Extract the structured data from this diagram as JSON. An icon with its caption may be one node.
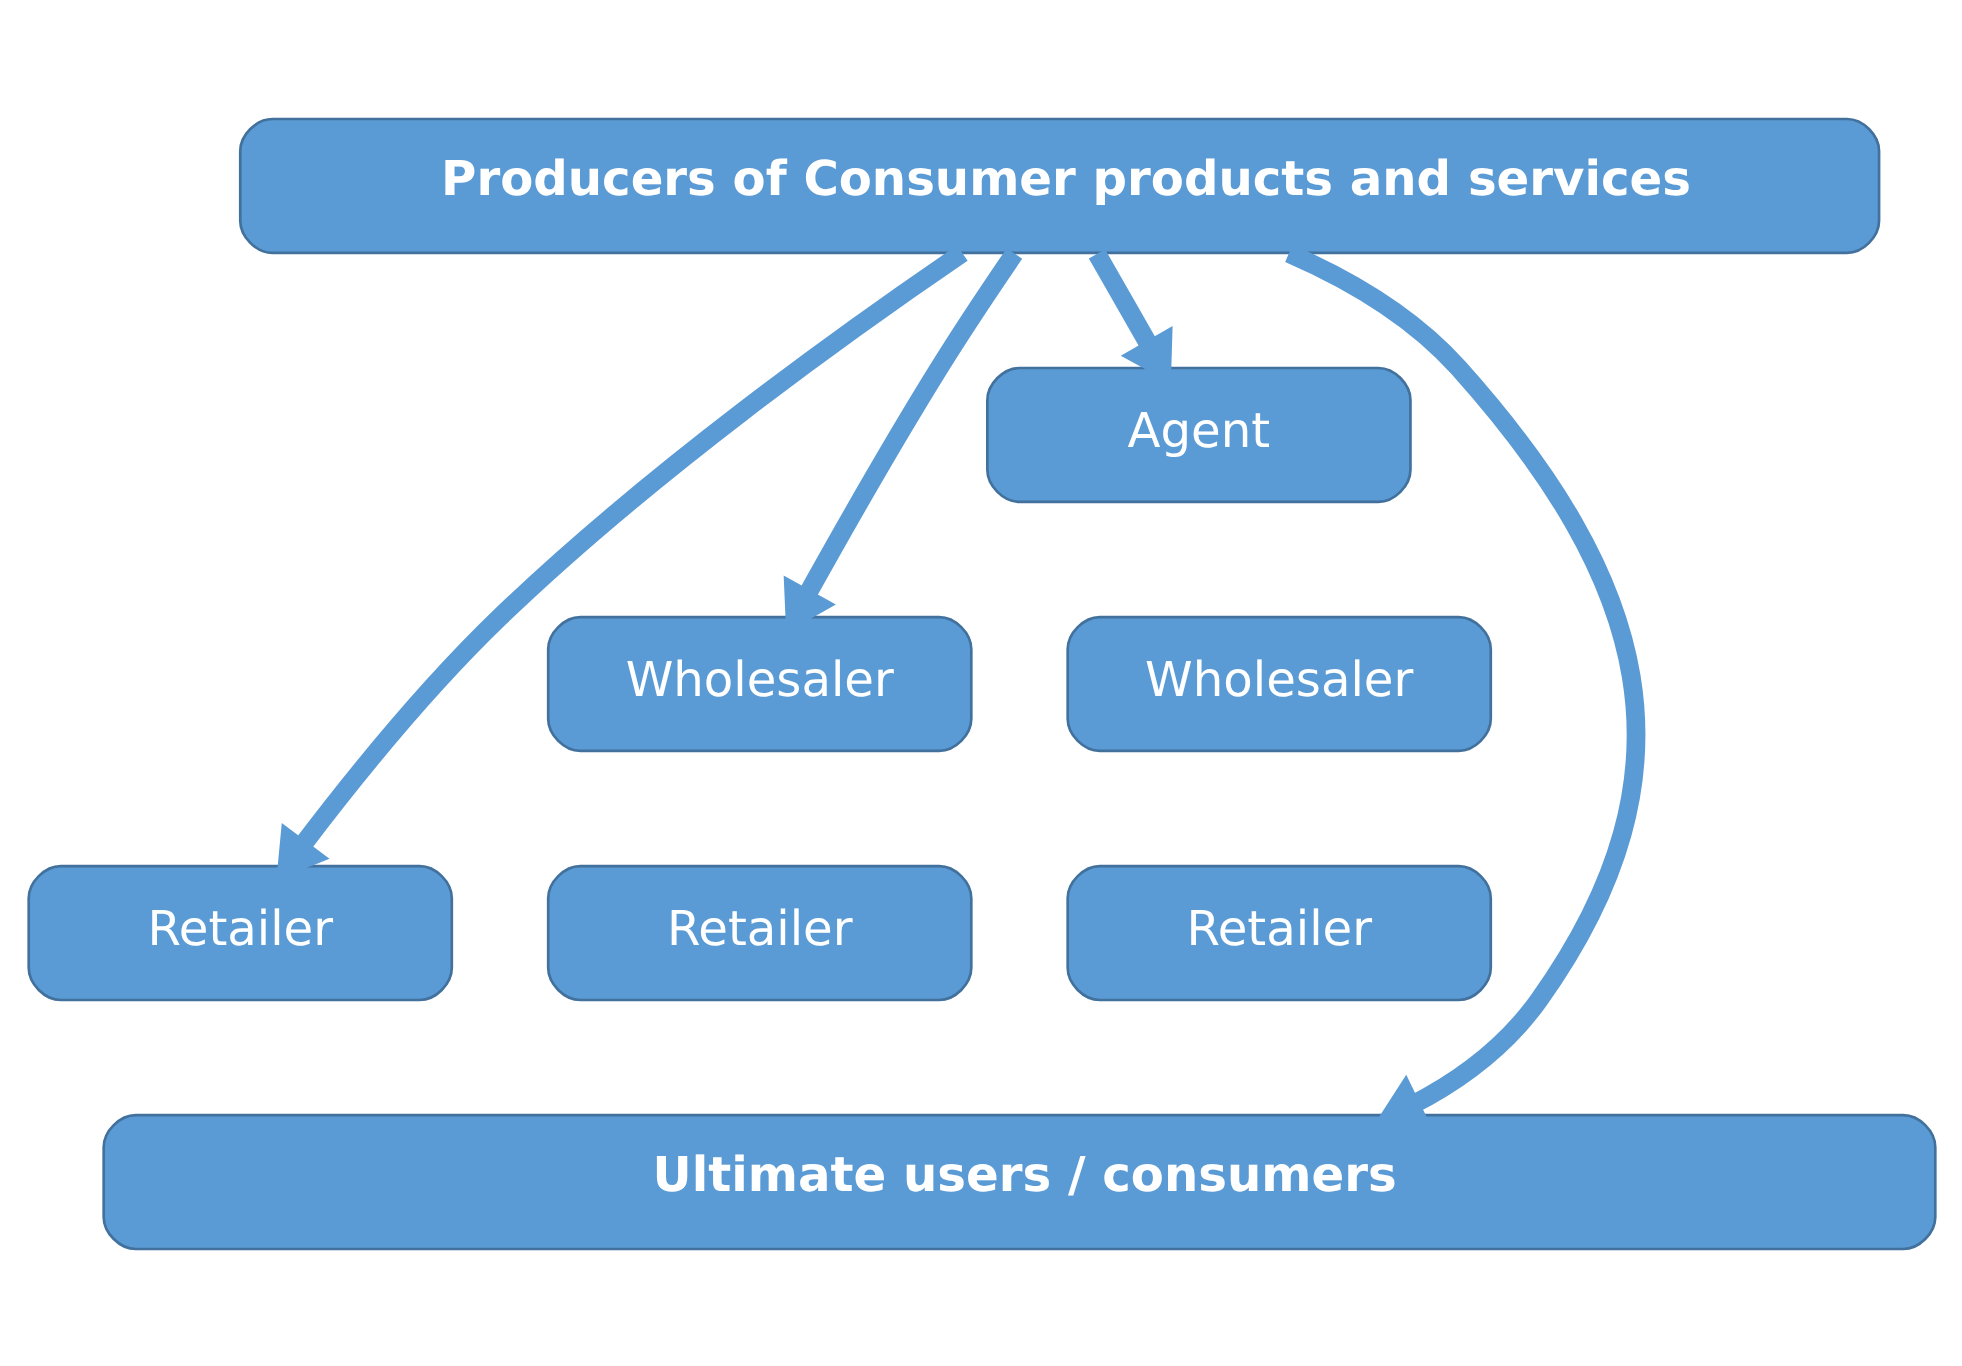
{
  "diagram": {
    "nodes": [
      {
        "text": [
          "Producers of Consumer products and services"
        ]
      },
      {
        "text": [
          "Agent"
        ]
      },
      {
        "text": [
          "Wholesaler"
        ]
      },
      {
        "text": [
          "Wholesaler"
        ]
      },
      {
        "text": [
          "Retailer"
        ]
      },
      {
        "text": [
          "Retailer"
        ]
      },
      {
        "text": [
          "Retailer"
        ]
      },
      {
        "text": [
          "Ultimate users / consumers"
        ]
      }
    ],
    "edges": [
      {
        "from": 0,
        "to": 7,
        "arrow": "to"
      },
      {
        "from": 0,
        "to": 4,
        "arrow": "to"
      },
      {
        "from": 0,
        "to": 2,
        "arrow": "to"
      },
      {
        "from": 0,
        "to": 1,
        "arrow": "to"
      }
    ]
  }
}
